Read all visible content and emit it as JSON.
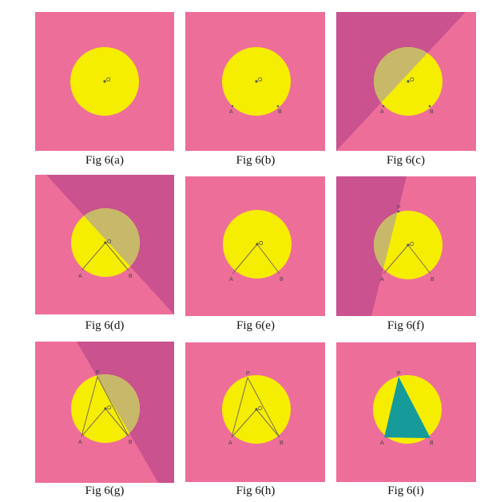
{
  "colors": {
    "background": "#ee6e9a",
    "circle": "#f6ee00",
    "shade_dark": "#c9528f",
    "shade_overlay": "#c8b86a",
    "triangle": "#169a9a",
    "line": "#7a6c50",
    "label": "#444444"
  },
  "point_labels": {
    "o": "O",
    "a": "A",
    "b": "B",
    "p": "P"
  },
  "panels": [
    {
      "caption": "Fig 6(a)"
    },
    {
      "caption": "Fig 6(b)"
    },
    {
      "caption": "Fig 6(c)"
    },
    {
      "caption": "Fig 6(d)"
    },
    {
      "caption": "Fig 6(e)"
    },
    {
      "caption": "Fig 6(f)"
    },
    {
      "caption": "Fig 6(g)"
    },
    {
      "caption": "Fig 6(h)"
    },
    {
      "caption": "Fig 6(i)"
    }
  ]
}
